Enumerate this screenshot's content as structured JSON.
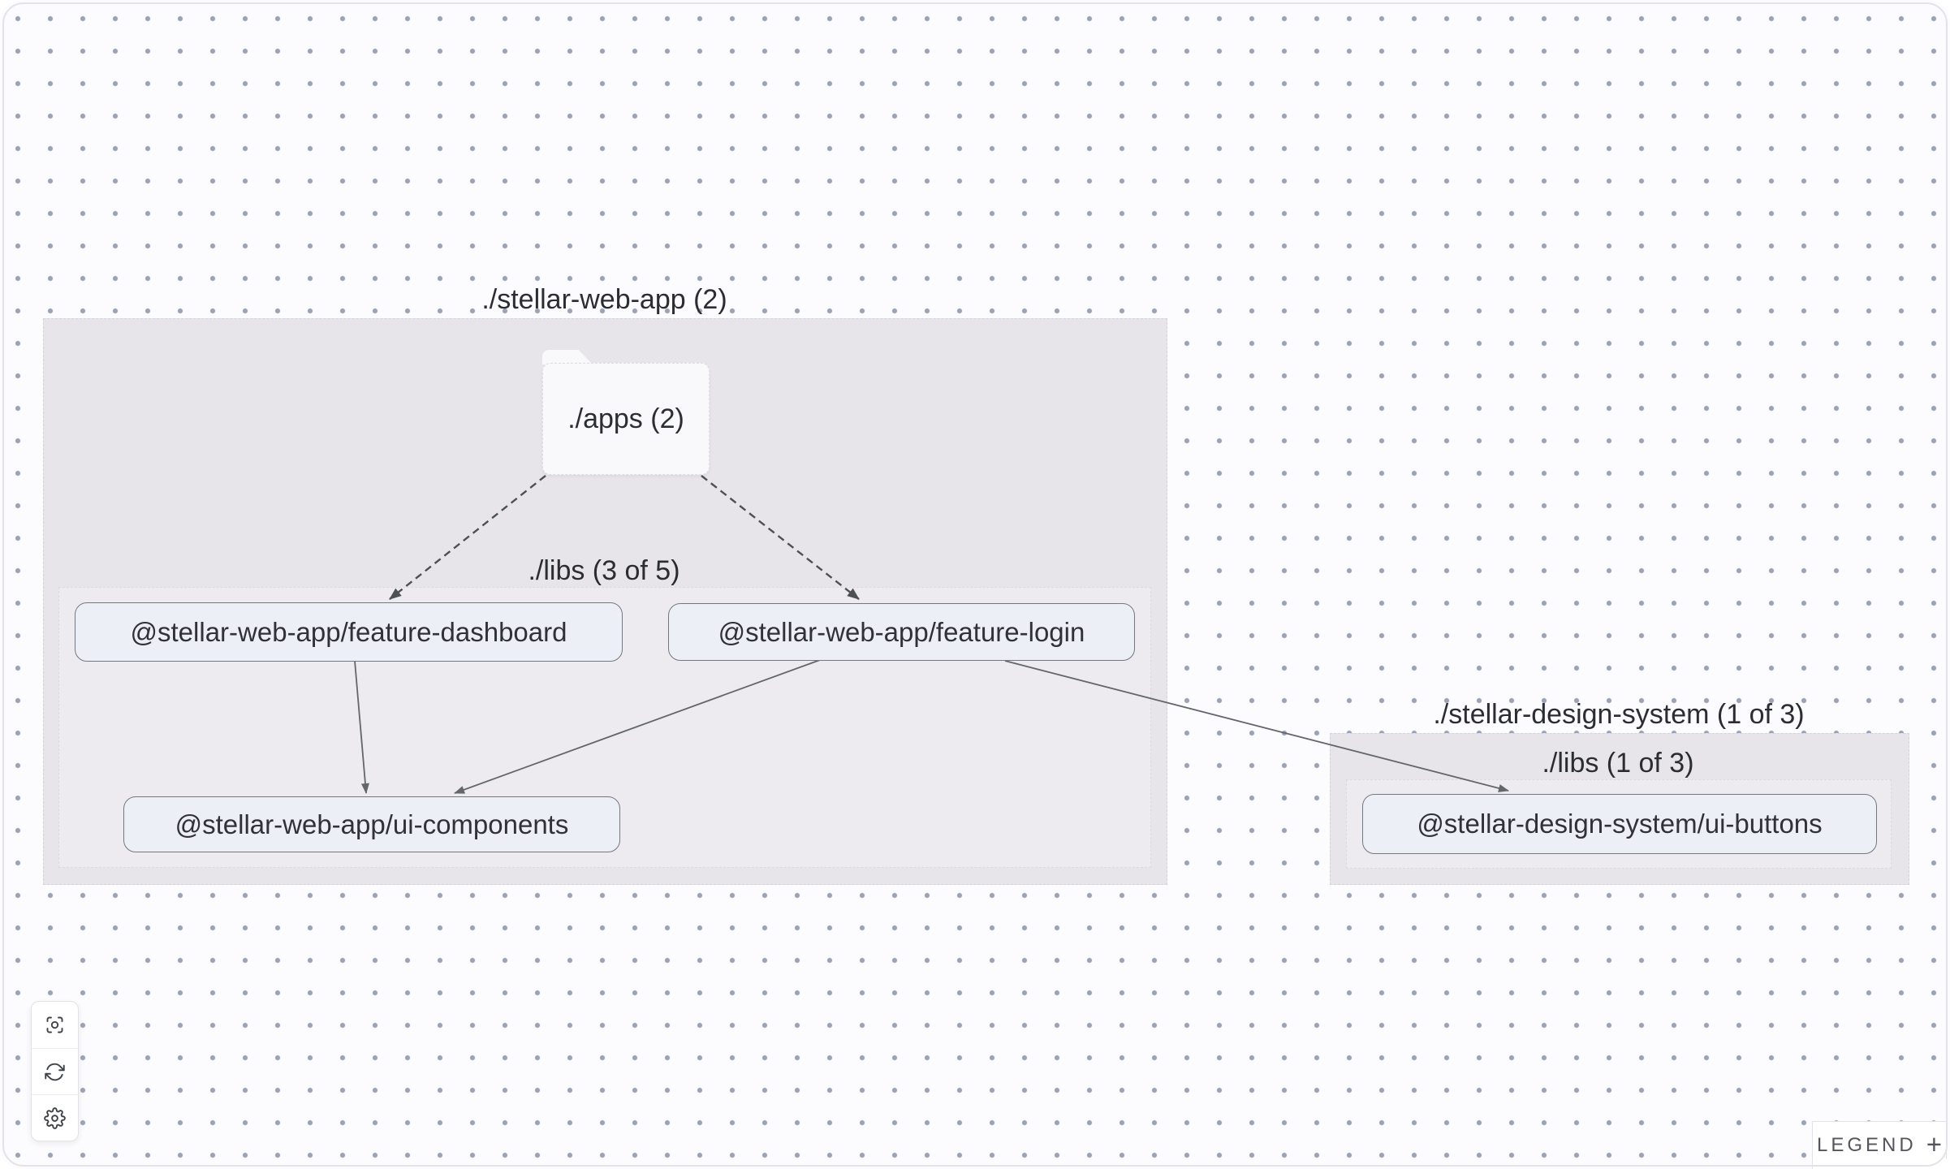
{
  "graph": {
    "groups": [
      {
        "id": "stellar-web-app",
        "title": "./stellar-web-app (2)",
        "folder_label": "./apps (2)",
        "subgroup_label": "./libs (3 of 5)"
      },
      {
        "id": "stellar-design-system",
        "title": "./stellar-design-system (1 of 3)",
        "subgroup_label": "./libs (1 of 3)"
      }
    ],
    "nodes": [
      {
        "id": "feature-dashboard",
        "label": "@stellar-web-app/feature-dashboard"
      },
      {
        "id": "feature-login",
        "label": "@stellar-web-app/feature-login"
      },
      {
        "id": "ui-components",
        "label": "@stellar-web-app/ui-components"
      },
      {
        "id": "ui-buttons",
        "label": "@stellar-design-system/ui-buttons"
      }
    ],
    "edges": [
      {
        "source": "./apps",
        "target": "feature-dashboard",
        "style": "dashed"
      },
      {
        "source": "./apps",
        "target": "feature-login",
        "style": "dashed"
      },
      {
        "source": "feature-dashboard",
        "target": "ui-components",
        "style": "solid"
      },
      {
        "source": "feature-login",
        "target": "ui-components",
        "style": "solid"
      },
      {
        "source": "feature-login",
        "target": "ui-buttons",
        "style": "solid"
      }
    ]
  },
  "controls": {
    "buttons": [
      {
        "name": "center-graph",
        "icon": "focus-icon"
      },
      {
        "name": "refresh-graph",
        "icon": "refresh-icon"
      },
      {
        "name": "settings",
        "icon": "gear-icon"
      }
    ]
  },
  "legend": {
    "label": "LEGEND",
    "plus": "+"
  },
  "colors": {
    "background": "#fcfbfd",
    "dot_grid": "#9aa3b6",
    "group_fill": "#e7e5ea",
    "node_fill": "#edeff6",
    "node_border": "#73777f",
    "edge_solid": "#63666b",
    "edge_dashed": "#4d5055",
    "text": "#2b2d33"
  }
}
